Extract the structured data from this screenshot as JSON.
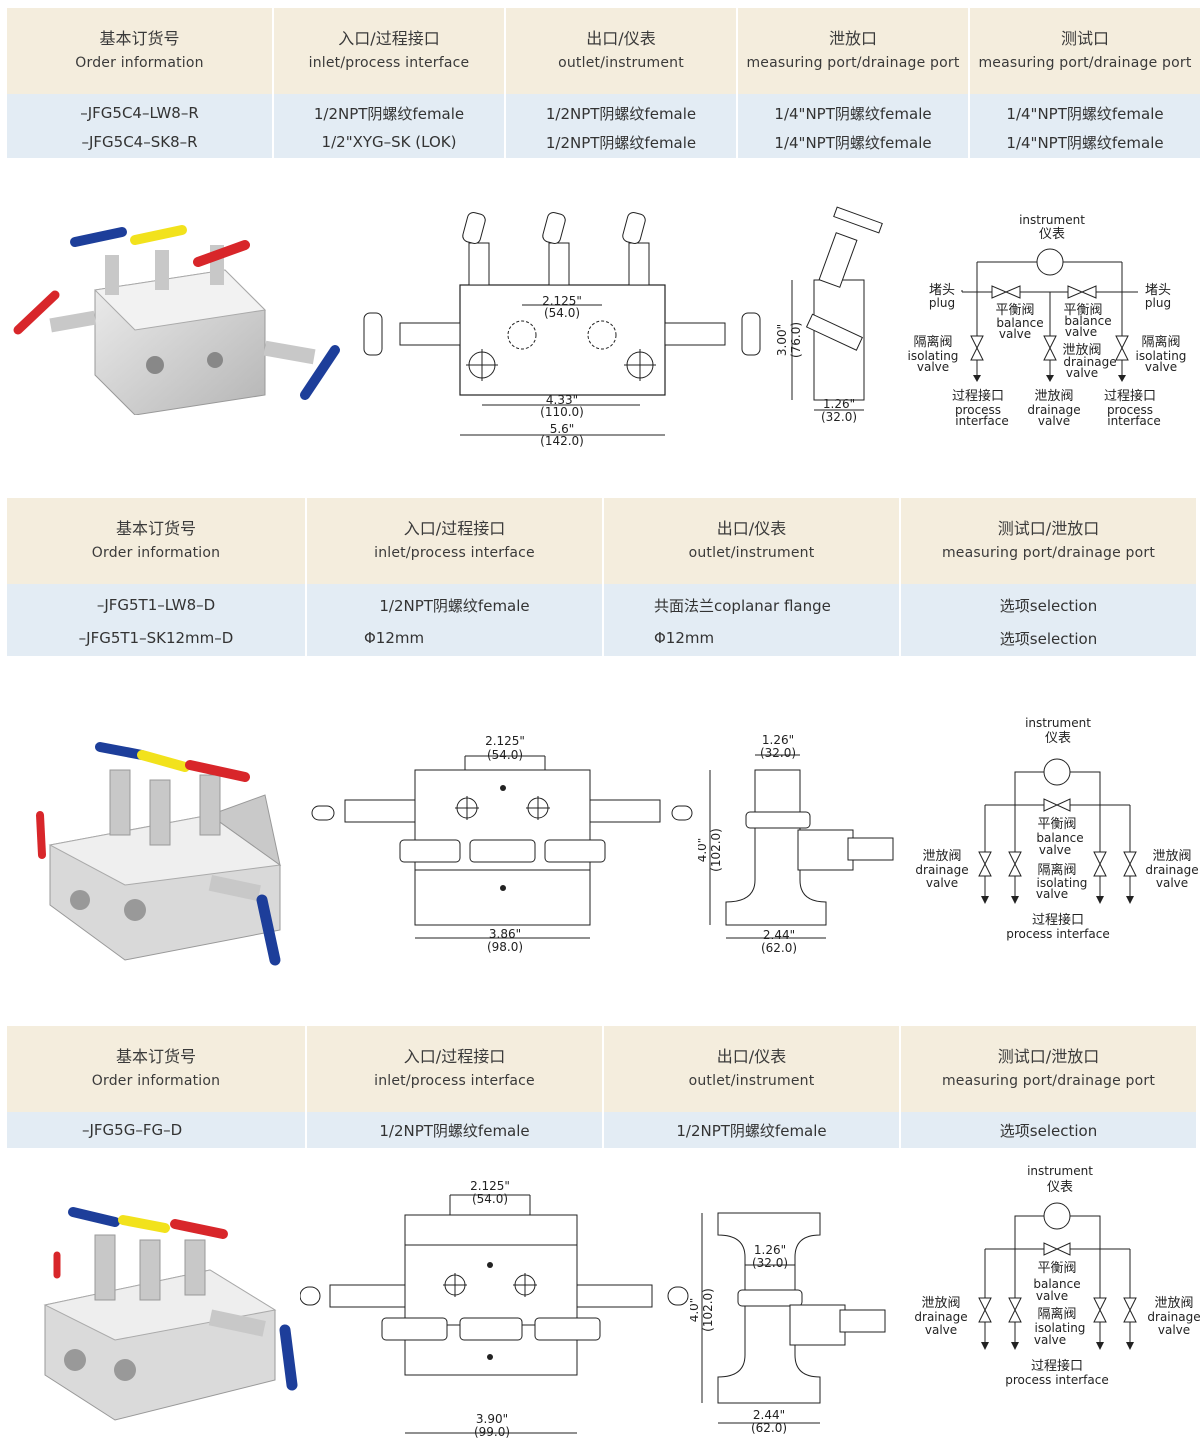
{
  "sections": [
    {
      "columns": [
        {
          "zh": "基本订货号",
          "en": "Order  information"
        },
        {
          "zh": "入口/过程接口",
          "en": "inlet/process  interface"
        },
        {
          "zh": "出口/仪表",
          "en": "outlet/instrument"
        },
        {
          "zh": "泄放口",
          "en": "measuring  port/drainage  port"
        },
        {
          "zh": "测试口",
          "en": "measuring  port/drainage  port"
        }
      ],
      "rows": [
        [
          "–JFG5C4–LW8–R",
          "1/2NPT阴螺纹female",
          "1/2NPT阴螺纹female",
          "1/4\"NPT阴螺纹female",
          "1/4\"NPT阴螺纹female"
        ],
        [
          "–JFG5C4–SK8–R",
          "1/2\"XYG–SK  (LOK)",
          "1/2NPT阴螺纹female",
          "1/4\"NPT阴螺纹female",
          "1/4\"NPT阴螺纹female"
        ]
      ],
      "dims": {
        "w1": "2.125\"",
        "w1mm": "(54.0)",
        "w2": "4.33\"",
        "w2mm": "(110.0)",
        "w3": "5.6\"",
        "w3mm": "(142.0)",
        "h": "3.00\"",
        "hmm": "(76.0)",
        "d": "1.26\"",
        "dmm": "(32.0)"
      },
      "schematic": {
        "instrument_en": "instrument",
        "instrument_zh": "仪表",
        "plug_zh": "堵头",
        "plug_en": "plug",
        "balance_zh": "平衡阀",
        "balance_en1": "balance",
        "balance_en2": "valve",
        "isolating_zh": "隔离阀",
        "isolating_en1": "isolating",
        "isolating_en2": "valve",
        "drain_zh": "泄放阀",
        "drain_en1": "drainage",
        "drain_en2": "valve",
        "process_zh": "过程接口",
        "process_en1": "process",
        "process_en2": "interface"
      }
    },
    {
      "columns": [
        {
          "zh": "基本订货号",
          "en": "Order  information"
        },
        {
          "zh": "入口/过程接口",
          "en": "inlet/process  interface"
        },
        {
          "zh": "出口/仪表",
          "en": "outlet/instrument"
        },
        {
          "zh": "测试口/泄放口",
          "en": "measuring  port/drainage  port"
        }
      ],
      "rows": [
        [
          "–JFG5T1–LW8–D",
          "1/2NPT阴螺纹female",
          "共面法兰coplanar  flange",
          "选项selection"
        ],
        [
          "–JFG5T1–SK12mm–D",
          "Φ12mm",
          "Φ12mm",
          "选项selection"
        ]
      ],
      "dims": {
        "w1": "2.125\"",
        "w1mm": "(54.0)",
        "w2": "3.86\"",
        "w2mm": "(98.0)",
        "h": "4.0\"",
        "hmm": "(102.0)",
        "d": "1.26\"",
        "dmm": "(32.0)",
        "b": "2.44\"",
        "bmm": "(62.0)"
      },
      "schematic": {
        "instrument_en": "instrument",
        "instrument_zh": "仪表",
        "balance_zh": "平衡阀",
        "balance_en1": "balance",
        "balance_en2": "valve",
        "isolating_zh": "隔离阀",
        "isolating_en1": "isolating",
        "isolating_en2": "valve",
        "drain_zh": "泄放阀",
        "drain_en1": "drainage",
        "drain_en2": "valve",
        "process_zh": "过程接口",
        "process_en": "process  interface"
      }
    },
    {
      "columns": [
        {
          "zh": "基本订货号",
          "en": "Order  information"
        },
        {
          "zh": "入口/过程接口",
          "en": "inlet/process  interface"
        },
        {
          "zh": "出口/仪表",
          "en": "outlet/instrument"
        },
        {
          "zh": "测试口/泄放口",
          "en": "measuring  port/drainage  port"
        }
      ],
      "rows": [
        [
          "–JFG5G–FG–D",
          "1/2NPT阴螺纹female",
          "1/2NPT阴螺纹female",
          "选项selection"
        ]
      ],
      "dims": {
        "w1": "2.125\"",
        "w1mm": "(54.0)",
        "w2": "3.90\"",
        "w2mm": "(99.0)",
        "h": "4.0\"",
        "hmm": "(102.0)",
        "d": "1.26\"",
        "dmm": "(32.0)",
        "b": "2.44\"",
        "bmm": "(62.0)"
      },
      "schematic": {
        "instrument_en": "instrument",
        "instrument_zh": "仪表",
        "balance_zh": "平衡阀",
        "balance_en1": "balance",
        "balance_en2": "valve",
        "isolating_zh": "隔离阀",
        "isolating_en1": "isolating",
        "isolating_en2": "valve",
        "drain_zh": "泄放阀",
        "drain_en1": "drainage",
        "drain_en2": "valve",
        "process_zh": "过程接口",
        "process_en": "process  interface"
      }
    }
  ],
  "colors": {
    "header_bg": "#f4eddd",
    "row_bg": "#e3ecf4",
    "handle_red": "#d8262a",
    "handle_blue": "#1d3e9a",
    "handle_yellow": "#f2e21c"
  }
}
